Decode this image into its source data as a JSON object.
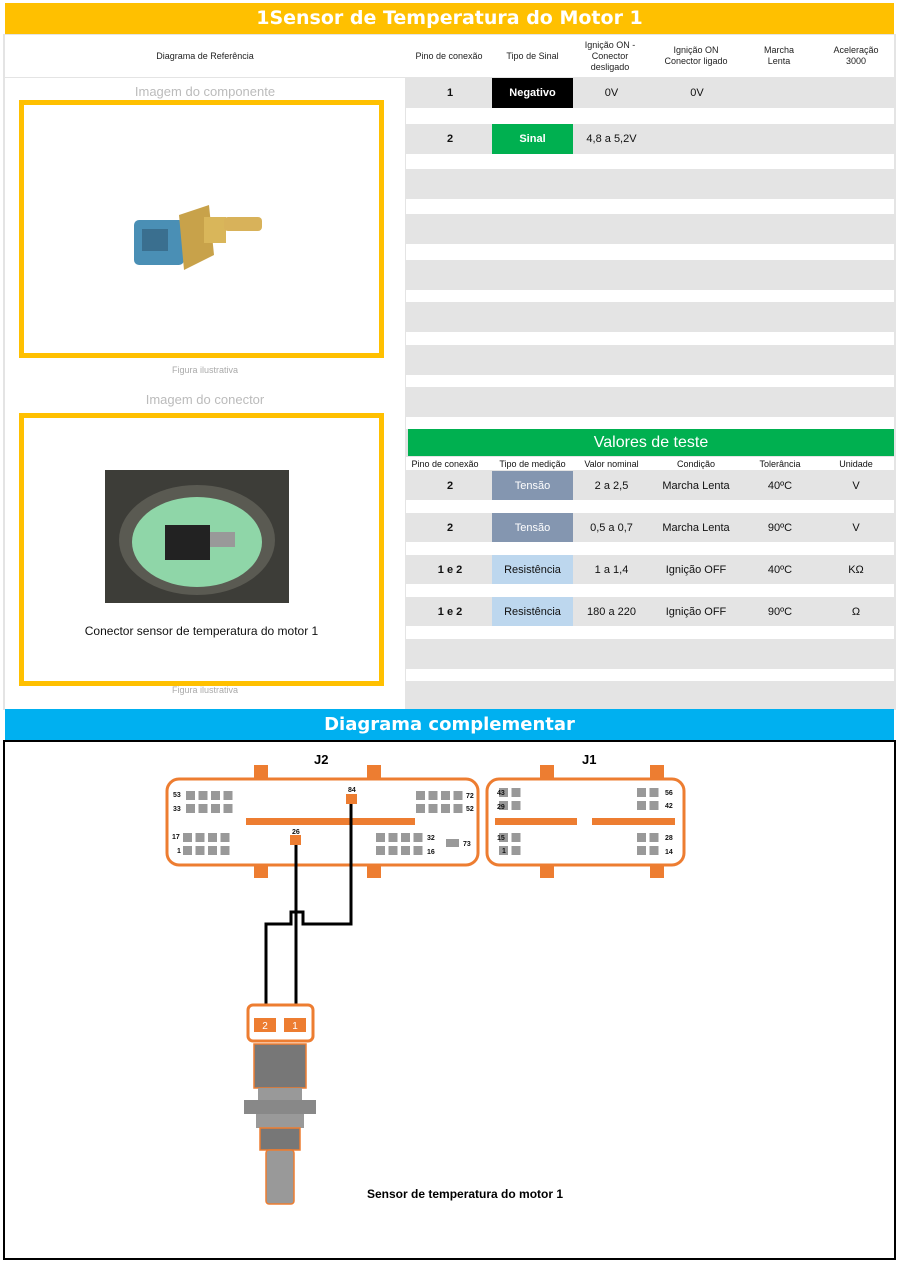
{
  "title": "1Sensor de Temperatura do Motor 1",
  "header": {
    "ref": "Diagrama de Referência",
    "pino": "Pino de conexão",
    "tipo": "Tipo de Sinal",
    "ign_off": "Ignição ON - Conector desligado",
    "ign_on": "Ignição ON Conector ligado",
    "marcha": "Marcha Lenta",
    "acel": "Aceleração 3000"
  },
  "left": {
    "component_caption": "Imagem do componente",
    "figure_note": "Figura ilustrativa",
    "connector_caption": "Imagem do conector",
    "connector_label": "Conector sensor de temperatura do motor 1",
    "figure_note2": "Figura ilustrativa"
  },
  "pins": [
    {
      "pino": "1",
      "tipo": "Negativo",
      "tipo_color": "#000000",
      "ign_off": "0V",
      "ign_on": "0V",
      "marcha": "",
      "acel": ""
    },
    {
      "pino": "2",
      "tipo": "Sinal",
      "tipo_color": "#00B050",
      "ign_off": "4,8 a 5,2V",
      "ign_on": "",
      "marcha": "",
      "acel": ""
    }
  ],
  "tests": {
    "title": "Valores de teste",
    "headers": [
      "Pino de conexão",
      "Tipo de medição",
      "Valor nominal",
      "Condição",
      "Tolerância",
      "Unidade"
    ],
    "rows": [
      {
        "pino": "2",
        "tipo": "Tensão",
        "valor": "2 a 2,5",
        "cond": "Marcha Lenta",
        "tol": "40ºC",
        "unid": "V"
      },
      {
        "pino": "2",
        "tipo": "Tensão",
        "valor": "0,5 a 0,7",
        "cond": "Marcha Lenta",
        "tol": "90ºC",
        "unid": "V"
      },
      {
        "pino": "1 e 2",
        "tipo": "Resistência",
        "valor": "1 a 1,4",
        "cond": "Ignição OFF",
        "tol": "40ºC",
        "unid": "KΩ"
      },
      {
        "pino": "1 e 2",
        "tipo": "Resistência",
        "valor": "180 a 220",
        "cond": "Ignição OFF",
        "tol": "90ºC",
        "unid": "Ω"
      }
    ]
  },
  "diagram": {
    "title": "Diagrama complementar",
    "j2": "J2",
    "j1": "J1",
    "j2_pins": {
      "p53": "53",
      "p33": "33",
      "p17": "17",
      "p1": "1",
      "p84": "84",
      "p26": "26",
      "p72": "72",
      "p52": "52",
      "p32": "32",
      "p16": "16",
      "p73": "73"
    },
    "j1_pins": {
      "p43": "43",
      "p29": "29",
      "p15": "15",
      "p1": "1",
      "p56": "56",
      "p42": "42",
      "p28": "28",
      "p14": "14"
    },
    "sensor_pins": [
      "2",
      "1"
    ],
    "sensor_label": "Sensor de temperatura do motor 1"
  }
}
